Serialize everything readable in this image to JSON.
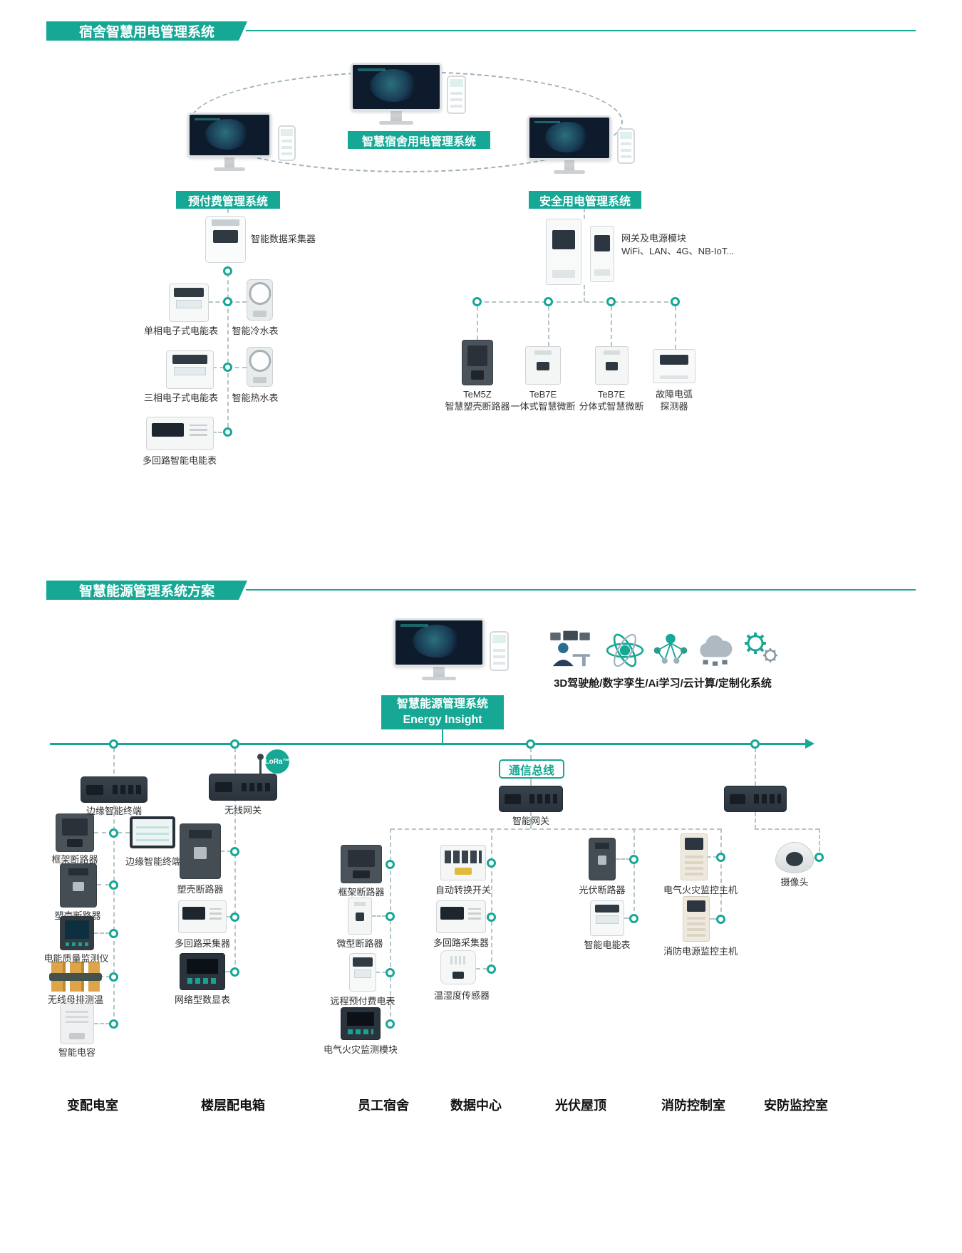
{
  "theme": {
    "accent": "#16a795",
    "dash": "#b5c4c6"
  },
  "s1": {
    "title": "宿舍智慧用电管理系统",
    "platform": "智慧宿舍用电管理系统",
    "prepaid": {
      "badge": "预付费管理系统",
      "collector": "智能数据采集器",
      "meter1": "单相电子式电能表",
      "water_cold": "智能冷水表",
      "meter3": "三相电子式电能表",
      "water_hot": "智能热水表",
      "multi": "多回路智能电能表"
    },
    "safety": {
      "badge": "安全用电管理系统",
      "gw1": "网关及电源模块",
      "gw2": "WiFi、LAN、4G、NB-IoT...",
      "dev1a": "TeM5Z",
      "dev1b": "智慧塑壳断路器",
      "dev2a": "TeB7E",
      "dev2b": "一体式智慧微断",
      "dev3a": "TeB7E",
      "dev3b": "分体式智慧微断",
      "dev4a": "故障电弧",
      "dev4b": "探测器"
    }
  },
  "s2": {
    "title": "智慧能源管理系统方案",
    "badge1": "智慧能源管理系统",
    "badge2": "Energy  Insight",
    "caption": "3D驾驶舱/数字孪生/Ai学习/云计算/定制化系统",
    "bus": "通信总线",
    "lora": "LoRa™",
    "gateway": "智能网关",
    "c1": {
      "t": "变配电室",
      "d1": "边缘智能终端",
      "d2": "框架断路器",
      "d3": "边缘智能终端",
      "d4": "塑壳断路器",
      "d5": "电能质量监测仪",
      "d6": "无线母排测温",
      "d7": "智能电容"
    },
    "c2": {
      "t": "楼层配电箱",
      "d1": "无线网关",
      "d2": "塑壳断路器",
      "d3": "多回路采集器",
      "d4": "网络型数显表"
    },
    "c3": {
      "t": "员工宿舍",
      "d1": "框架断路器",
      "d2": "微型断路器",
      "d3": "远程预付费电表",
      "d4": "电气火灾监测模块"
    },
    "c4": {
      "t": "数据中心",
      "d1": "自动转换开关",
      "d2": "多回路采集器",
      "d3": "温湿度传感器"
    },
    "c5": {
      "t": "光伏屋顶",
      "d1": "光伏断路器",
      "d2": "智能电能表"
    },
    "c6": {
      "t": "消防控制室",
      "d1": "电气火灾监控主机",
      "d2": "消防电源监控主机"
    },
    "c7": {
      "t": "安防监控室",
      "d1": "摄像头"
    }
  }
}
